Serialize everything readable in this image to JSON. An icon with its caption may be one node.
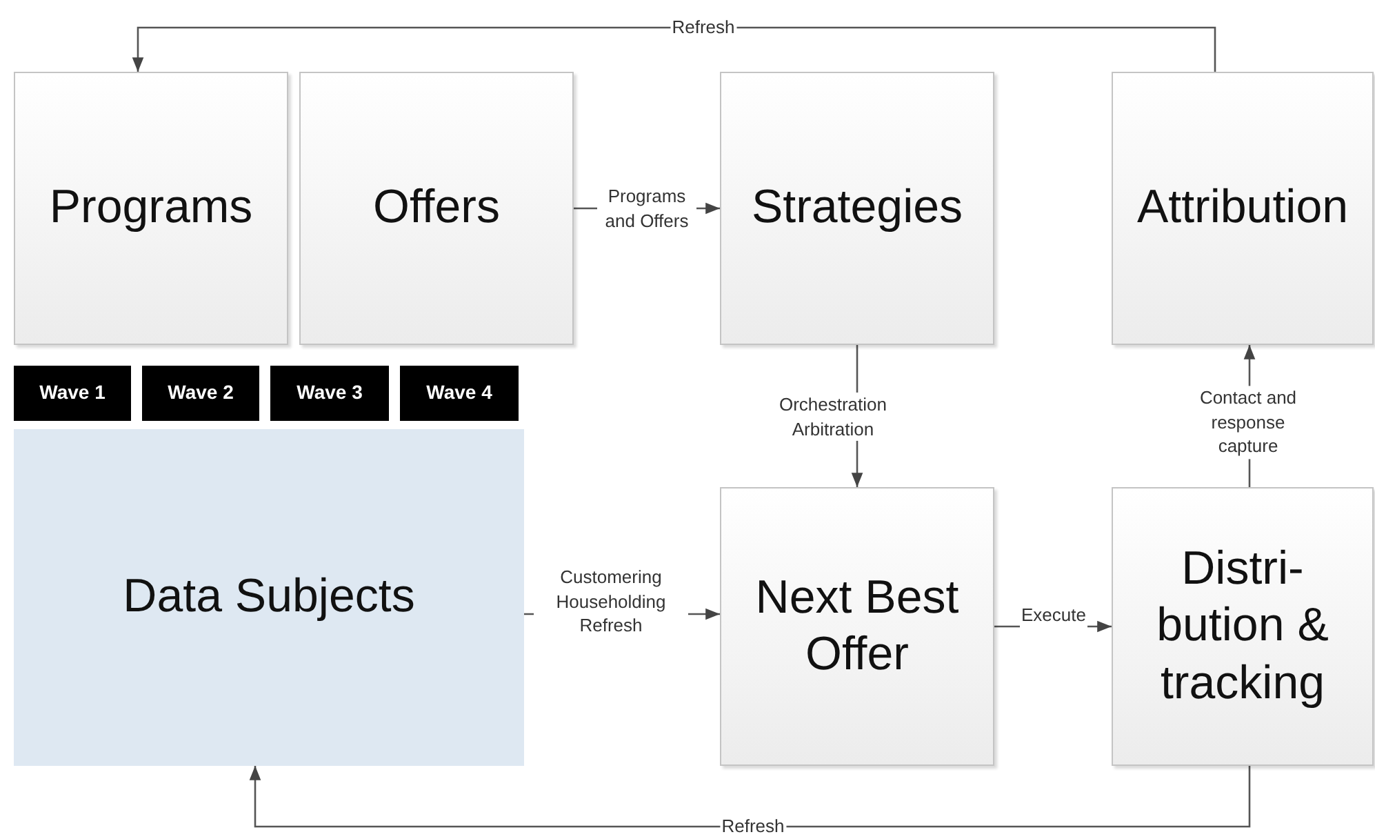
{
  "diagram": {
    "nodes": [
      {
        "text": [
          "Programs"
        ]
      },
      {
        "text": [
          "Offers"
        ]
      },
      {
        "text": [
          "Strategies"
        ]
      },
      {
        "text": [
          "Attribution"
        ]
      },
      {
        "text": [
          "Wave 1"
        ]
      },
      {
        "text": [
          "Wave 2"
        ]
      },
      {
        "text": [
          "Wave 3"
        ]
      },
      {
        "text": [
          "Wave 4"
        ]
      },
      {
        "text": [
          "Data Subjects"
        ]
      },
      {
        "text": [
          "Next Best Offer"
        ]
      },
      {
        "text": [
          "Distri- bution & tracking"
        ]
      }
    ],
    "edges": [
      {
        "from": 3,
        "to": 0,
        "arrow": "to",
        "label": "Refresh"
      },
      {
        "from": 1,
        "to": 2,
        "arrow": "to",
        "label": "Programs and Offers"
      },
      {
        "from": 2,
        "to": 9,
        "arrow": "to",
        "label": "Orchestration Arbitration"
      },
      {
        "from": 8,
        "to": 9,
        "arrow": "to",
        "label": "Customering Householding Refresh"
      },
      {
        "from": 9,
        "to": 10,
        "arrow": "to",
        "label": "Execute"
      },
      {
        "from": 10,
        "to": 3,
        "arrow": "to",
        "label": "Contact and response capture"
      },
      {
        "from": 10,
        "to": 8,
        "arrow": "to",
        "label": "Refresh"
      }
    ]
  }
}
